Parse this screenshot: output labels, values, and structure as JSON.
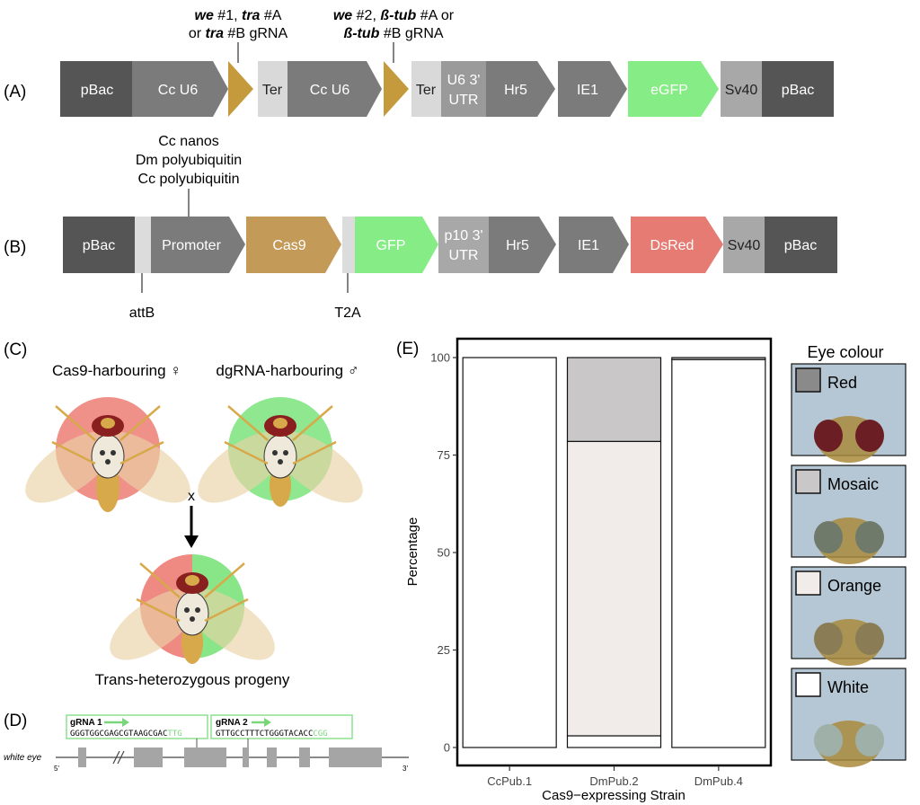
{
  "panel_labels": {
    "a": "(A)",
    "b": "(B)",
    "c": "(C)",
    "d": "(D)",
    "e": "(E)"
  },
  "construct_a": {
    "segments": [
      "pBac",
      "Cc U6",
      "",
      "Ter",
      "Cc U6",
      "",
      "Ter",
      "U6 3'",
      "UTR",
      "Hr5",
      "IE1",
      "eGFP",
      "Sv40",
      "pBac"
    ],
    "gRNA1_note": {
      "line1_italic": "we",
      "line1_rest": " #1, ",
      "line1_italic2": "tra",
      "line1_rest2": " #A",
      "line2_pre": "or ",
      "line2_italic": "tra",
      "line2_rest": " #B gRNA"
    },
    "gRNA2_note": {
      "line1_italic": "we",
      "line1_rest": " #2, ",
      "line1_italic2": "ß-tub",
      "line1_rest2": " #A or",
      "line2_italic": "ß-tub",
      "line2_rest": " #B gRNA"
    }
  },
  "construct_b": {
    "promoter_options": [
      "Cc nanos",
      "Dm polyubiquitin",
      "Cc polyubiquitin"
    ],
    "segments": [
      "pBac",
      "",
      "Promoter",
      "Cas9",
      "",
      "GFP",
      "p10 3'",
      "UTR",
      "Hr5",
      "IE1",
      "DsRed",
      "Sv40",
      "pBac"
    ],
    "attB": "attB",
    "T2A": "T2A"
  },
  "panel_c": {
    "female_label": "Cas9-harbouring ♀",
    "male_label": "dgRNA-harbouring ♂",
    "cross": "x",
    "progeny_label": "Trans-heterozygous progeny"
  },
  "panel_d": {
    "gene_label": "white eye",
    "five_prime": "5'",
    "three_prime": "3'",
    "grna1": {
      "title": "gRNA 1",
      "seq": "GGGTGGCGAGCGTAAGCGAC",
      "pam": "TTG"
    },
    "grna2": {
      "title": "gRNA 2",
      "seq": "GTTGCCTTTCTGGGTACACC",
      "pam": "CGG"
    }
  },
  "chart_data": {
    "type": "bar",
    "stacked": true,
    "categories": [
      "CcPub.1",
      "DmPub.2",
      "DmPub.4"
    ],
    "series": [
      {
        "name": "White",
        "values": [
          100,
          3,
          99.5
        ]
      },
      {
        "name": "Orange",
        "values": [
          0,
          75.5,
          0
        ]
      },
      {
        "name": "Mosaic",
        "values": [
          0,
          21.5,
          0.5
        ]
      },
      {
        "name": "Red",
        "values": [
          0,
          0,
          0
        ]
      }
    ],
    "yticks": [
      0,
      25,
      50,
      75,
      100
    ],
    "ylim": [
      0,
      105
    ],
    "ylabel": "Percentage",
    "xlabel": "Cas9−expressing Strain",
    "legend_title": "Eye colour",
    "colors": {
      "White": "#ffffff",
      "Orange": "#f1ecea",
      "Mosaic": "#c9c7c7",
      "Red": "#8a8a8a"
    }
  }
}
